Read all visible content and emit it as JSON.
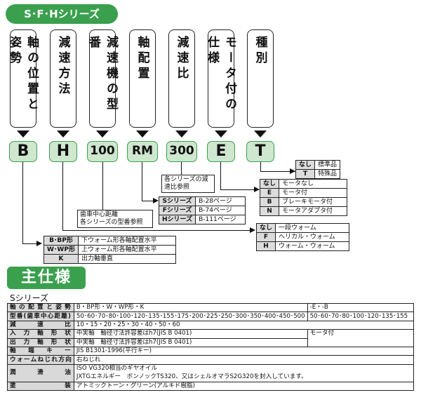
{
  "series_header": "S･F･Hシリーズ",
  "columns": [
    {
      "label": "軸の位置と姿勢",
      "code": "B"
    },
    {
      "label": "減速方法",
      "code": "H"
    },
    {
      "label": "減速機の型番",
      "code": "100"
    },
    {
      "label": "軸配置",
      "code": "RM"
    },
    {
      "label": "減速比",
      "code": "300"
    },
    {
      "label": "モータ付の仕様",
      "code": "E"
    },
    {
      "label": "種別",
      "code": "T"
    }
  ],
  "type_table": [
    {
      "key": "なし",
      "value": "標準品"
    },
    {
      "key": "T",
      "value": "特殊品"
    }
  ],
  "motor_table": [
    {
      "key": "なし",
      "value": "モータなし"
    },
    {
      "key": "E",
      "value": "モータ付"
    },
    {
      "key": "B",
      "value": "ブレーキモータ付"
    },
    {
      "key": "N",
      "value": "モータアダプタ付"
    }
  ],
  "ratio_note": "各シリーズの減速比参照",
  "series_ref_table": [
    {
      "key": "Sシリーズ",
      "value": "B-28ページ"
    },
    {
      "key": "Fシリーズ",
      "value": "B-74ページ"
    },
    {
      "key": "Hシリーズ",
      "value": "B-111ページ"
    }
  ],
  "model_note": [
    "歯車中心距離",
    "各シリーズの型番参照"
  ],
  "method_table": [
    {
      "key": "なし",
      "value": "一段ウォーム"
    },
    {
      "key": "F",
      "value": "ヘリカル・ウォーム"
    },
    {
      "key": "H",
      "value": "ウォーム・ウォーム"
    }
  ],
  "position_table": [
    {
      "key": "B･BP形",
      "value": "下ウォーム形各軸配置水平"
    },
    {
      "key": "W･WP形",
      "value": "上ウォーム形各軸配置水平"
    },
    {
      "key": "K",
      "value": "出力軸垂直"
    }
  ],
  "spec": {
    "title": "主仕様",
    "subtitle": "Sシリーズ",
    "rows": [
      {
        "h": "軸の配置と姿勢",
        "a": "B・BP形・W・WP形・K",
        "b": "-E・-B"
      },
      {
        "h": "型番(歯車中心距離)",
        "a": "50･60･70･80･100･120･135･155･175･200･225･250･300･350･400･450･500",
        "b": "50･60･70･80･100･120･135･155"
      },
      {
        "h": "減速比",
        "a": "10・15・20・25・30・40・50・60",
        "b": ""
      },
      {
        "h": "入力軸形状",
        "a": "中実軸　軸径寸法許容差はh7(JIS B 0401)",
        "b": "モータ付"
      },
      {
        "h": "出力軸形状",
        "a": "中実軸　軸径寸法許容差はh7(JIS B 0401)",
        "b": ""
      },
      {
        "h": "軸端キー",
        "a": "JIS B1301-1996(平行キー)",
        "b": ""
      },
      {
        "h": "ウォームねじれ方向",
        "a": "右ねじれ",
        "b": ""
      },
      {
        "h": "潤滑油",
        "a": "ISO VG320相当のギヤオイル",
        "a2": "JXTGエネルギー　ボンノックTS320、又はシェルオマラS2G320を封入しています。",
        "b": ""
      },
      {
        "h": "塗装",
        "a": "アトミックトーン・グリーン(アルキド樹脂)",
        "b": ""
      }
    ]
  },
  "colors": {
    "accent": "#3aa04e",
    "code_bg": "#cfe6cf",
    "header_bg": "#d9d9d9"
  }
}
